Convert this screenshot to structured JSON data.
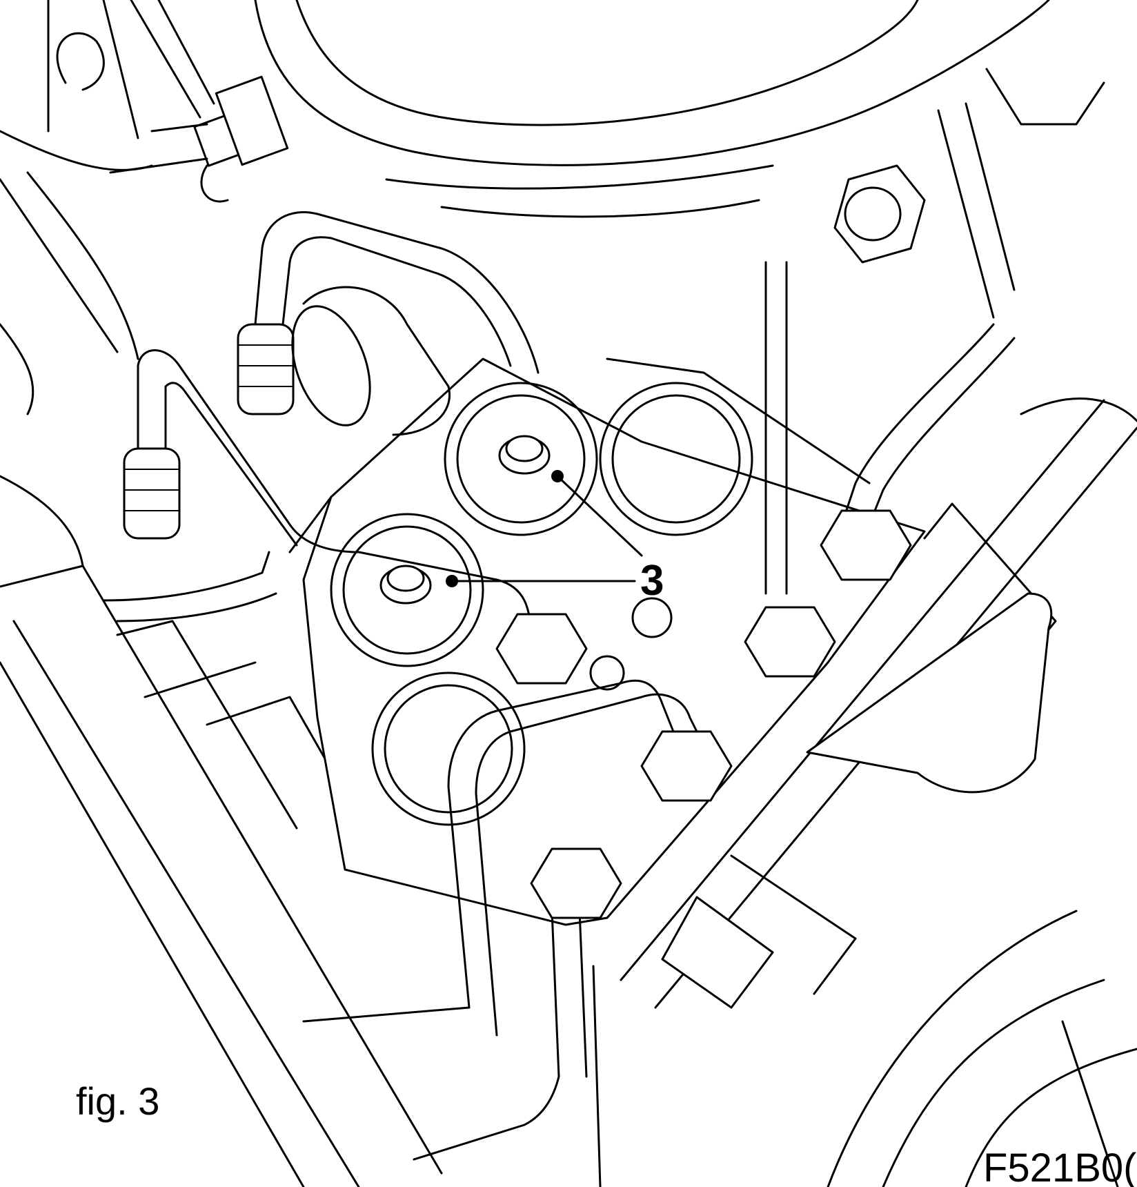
{
  "figure": {
    "label": "fig. 3",
    "code": "F521B0(",
    "callout": "3"
  },
  "colors": {
    "line": "#000000",
    "background": "#ffffff"
  }
}
